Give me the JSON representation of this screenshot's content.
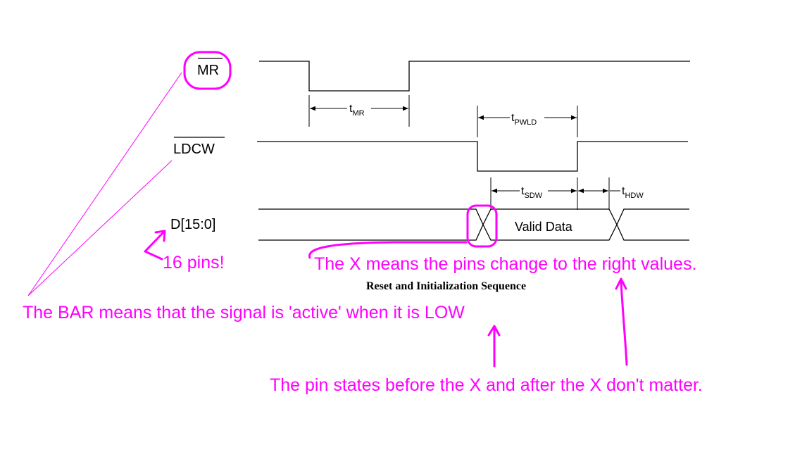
{
  "diagram": {
    "signals": {
      "mr": "MR",
      "ldcw": "LDCW",
      "data": "D[15:0]"
    },
    "timing": {
      "t_mr": {
        "base": "t",
        "sub": "MR"
      },
      "t_pwld": {
        "base": "t",
        "sub": "PWLD"
      },
      "t_sdw": {
        "base": "t",
        "sub": "SDW"
      },
      "t_hdw": {
        "base": "t",
        "sub": "HDW"
      }
    },
    "valid_data": "Valid Data",
    "caption": "Reset and Initialization Sequence"
  },
  "annotations": {
    "pins": "16 pins!",
    "x_change": "The X means the pins change to the right values.",
    "bar_meaning": "The BAR means that the signal is 'active' when it is LOW",
    "dont_matter": "The pin states before the X and after the X don't matter."
  },
  "colors": {
    "annotation": "#ff00ff",
    "waveform": "#000000"
  }
}
